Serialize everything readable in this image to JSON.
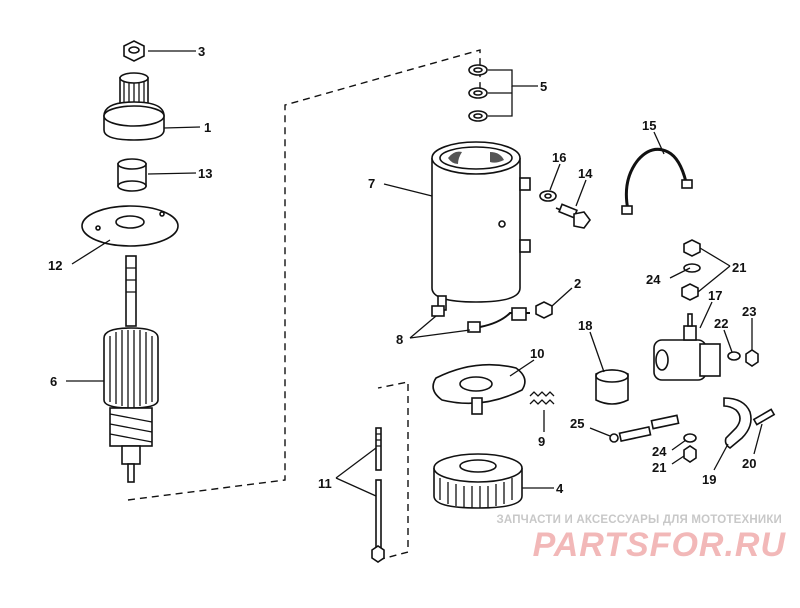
{
  "callouts": [
    {
      "id": "3",
      "text": "3"
    },
    {
      "id": "1",
      "text": "1"
    },
    {
      "id": "13",
      "text": "13"
    },
    {
      "id": "12",
      "text": "12"
    },
    {
      "id": "6",
      "text": "6"
    },
    {
      "id": "5",
      "text": "5"
    },
    {
      "id": "7",
      "text": "7"
    },
    {
      "id": "16",
      "text": "16"
    },
    {
      "id": "14",
      "text": "14"
    },
    {
      "id": "15",
      "text": "15"
    },
    {
      "id": "2",
      "text": "2"
    },
    {
      "id": "8",
      "text": "8"
    },
    {
      "id": "10",
      "text": "10"
    },
    {
      "id": "9",
      "text": "9"
    },
    {
      "id": "11",
      "text": "11"
    },
    {
      "id": "4",
      "text": "4"
    },
    {
      "id": "21a",
      "text": "21"
    },
    {
      "id": "24a",
      "text": "24"
    },
    {
      "id": "17",
      "text": "17"
    },
    {
      "id": "18",
      "text": "18"
    },
    {
      "id": "22",
      "text": "22"
    },
    {
      "id": "23",
      "text": "23"
    },
    {
      "id": "25",
      "text": "25"
    },
    {
      "id": "24b",
      "text": "24"
    },
    {
      "id": "21b",
      "text": "21"
    },
    {
      "id": "19",
      "text": "19"
    },
    {
      "id": "20",
      "text": "20"
    }
  ],
  "watermark": {
    "subtitle": "ЗАПЧАСТИ И АКСЕССУАРЫ ДЛЯ МОТОТЕХНИКИ",
    "logo": "PARTSFOR.RU"
  }
}
